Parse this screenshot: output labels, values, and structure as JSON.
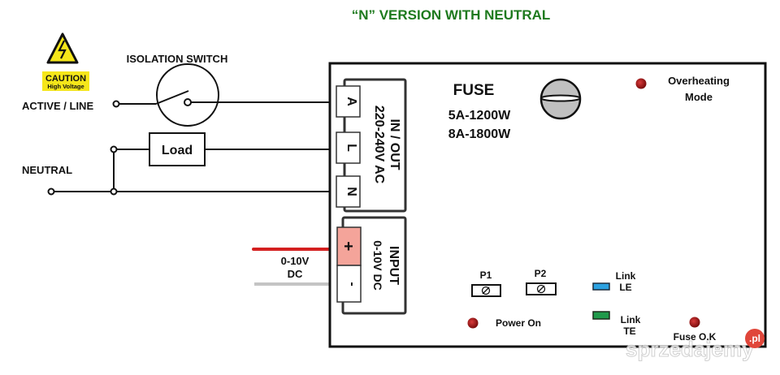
{
  "title": "“N” VERSION WITH NEUTRAL",
  "caution": {
    "icon": "high-voltage-warning-icon",
    "line1": "CAUTION",
    "line2": "High Voltage",
    "color": "#f5e61a"
  },
  "left": {
    "isolation_switch_label": "ISOLATION SWITCH",
    "active_label": "ACTIVE / LINE",
    "neutral_label": "NEUTRAL",
    "load_label": "Load",
    "dc_label_line1": "0-10V",
    "dc_label_line2": "DC",
    "dc_positive_wire_color": "#d42020",
    "dc_negative_wire_color": "#c4c4c4"
  },
  "device": {
    "ac_terminals": [
      "A",
      "L",
      "N"
    ],
    "ac_block_label_line1": "IN / OUT",
    "ac_block_label_line2": "220-240V AC",
    "dc_terminals": [
      "+",
      "-"
    ],
    "dc_block_label_line1": "INPUT",
    "dc_block_label_line2": "0-10V DC",
    "dc_positive_fill": "#f4a49a",
    "fuse_label": "FUSE",
    "fuse_rating_1": "5A-1200W",
    "fuse_rating_2": "8A-1800W",
    "overheating_label_line1": "Overheating",
    "overheating_label_line2": "Mode",
    "pot_1_label": "P1",
    "pot_2_label": "P2",
    "link_le_label_line1": "Link",
    "link_le_label_line2": "LE",
    "link_le_color": "#2aa0e0",
    "link_te_label_line1": "Link",
    "link_te_label_line2": "TE",
    "link_te_color": "#1f9a4a",
    "power_on_label": "Power On",
    "fuse_ok_label": "Fuse O.K",
    "led_color": "#8e1010"
  },
  "watermark": {
    "text": "sprzedajemy",
    "badge": ".pl",
    "badge_color": "#e0463a"
  }
}
